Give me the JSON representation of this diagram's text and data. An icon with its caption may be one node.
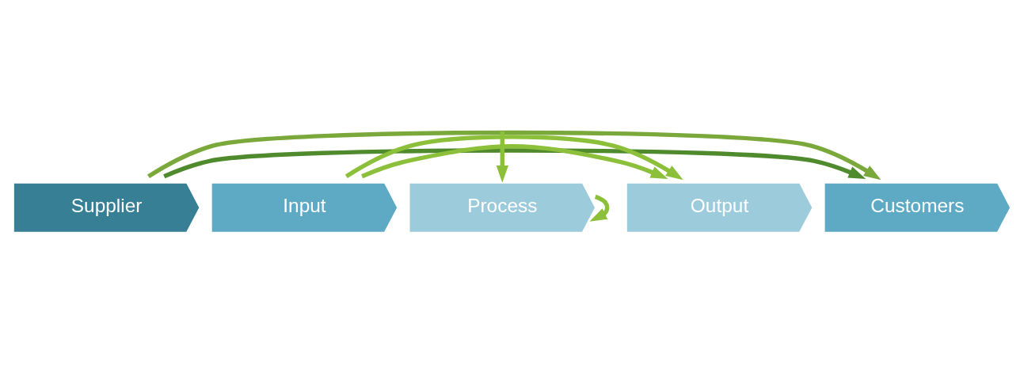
{
  "diagram": {
    "nodes": [
      {
        "text": [
          "Supplier"
        ]
      },
      {
        "text": [
          "Input"
        ]
      },
      {
        "text": [
          "Process"
        ]
      },
      {
        "text": [
          "Output"
        ]
      },
      {
        "text": [
          "Customers"
        ]
      }
    ],
    "edges": [
      {
        "from": 0,
        "to": 4,
        "arrow": "to",
        "color": "#4f8a2d"
      },
      {
        "from": 0,
        "to": 4,
        "arrow": "to",
        "color": "#7aa83a"
      },
      {
        "from": 1,
        "to": 3,
        "arrow": "to",
        "color": "#8cbf3a"
      },
      {
        "from": 1,
        "to": 3,
        "arrow": "to",
        "color": "#8cbf3a"
      },
      {
        "from": 2,
        "to": 2,
        "arrow": "to",
        "color": "#8cbf3a"
      },
      {
        "from": null,
        "to": 2,
        "arrow": "to",
        "color": "#8cbf3a"
      }
    ]
  }
}
